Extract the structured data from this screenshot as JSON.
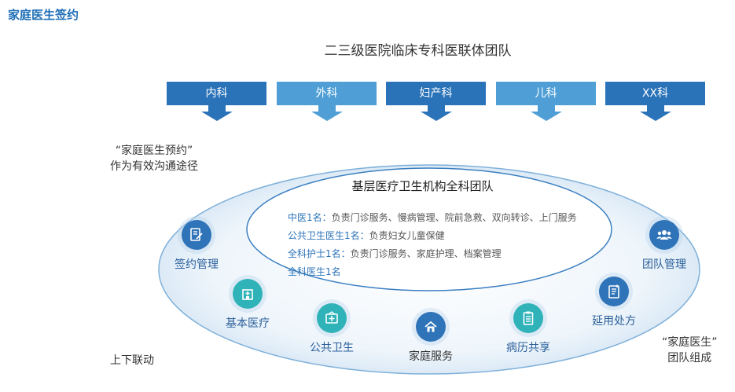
{
  "header": {
    "title": "家庭医生签约"
  },
  "diagram": {
    "top_title": "二三级医院临床专科医联体团队",
    "departments": [
      {
        "label": "内科",
        "color": "#2b73b8"
      },
      {
        "label": "外科",
        "color": "#4f9fd6"
      },
      {
        "label": "妇产科",
        "color": "#2b73b8"
      },
      {
        "label": "儿科",
        "color": "#4f9fd6"
      },
      {
        "label": "XX科",
        "color": "#2b73b8"
      }
    ],
    "left_note": {
      "line1": "“家庭医生预约”",
      "line2": "作为有效沟通途径"
    },
    "bottom_left_note": "上下联动",
    "right_note": {
      "line1": "“家庭医生”",
      "line2": "团队组成"
    },
    "inner": {
      "title": "基层医疗卫生机构全科团队",
      "staff": [
        {
          "role": "中医1名：",
          "desc": "负责门诊服务、慢病管理、院前急救、双向转诊、上门服务"
        },
        {
          "role": "公共卫生医生1名：",
          "desc": "负责妇女儿童保健"
        },
        {
          "role": "全科护士1名：",
          "desc": "负责门诊服务、家庭护理、档案管理"
        },
        {
          "role": "全科医生1名",
          "desc": ""
        }
      ]
    },
    "services": [
      {
        "label": "签约管理",
        "icon": "sign-icon"
      },
      {
        "label": "基本医疗",
        "icon": "hospital-icon"
      },
      {
        "label": "公共卫生",
        "icon": "public-health-icon"
      },
      {
        "label": "家庭服务",
        "icon": "home-icon"
      },
      {
        "label": "病历共享",
        "icon": "record-icon"
      },
      {
        "label": "延用处方",
        "icon": "prescription-icon"
      },
      {
        "label": "团队管理",
        "icon": "team-icon"
      }
    ]
  }
}
